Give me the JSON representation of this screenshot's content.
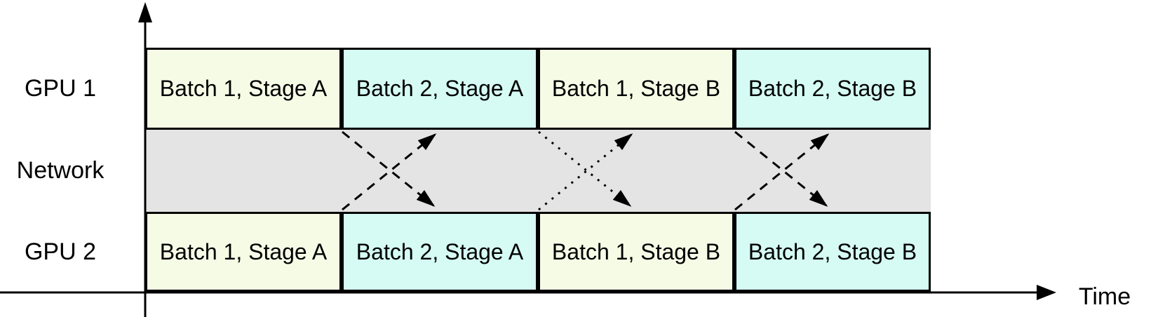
{
  "axes": {
    "x_label": "Time"
  },
  "rows": [
    {
      "id": "gpu1",
      "label": "GPU 1"
    },
    {
      "id": "network",
      "label": "Network"
    },
    {
      "id": "gpu2",
      "label": "GPU 2"
    }
  ],
  "schedule": {
    "gpu1": [
      {
        "label": "Batch 1, Stage A",
        "fill": "#f6fbe6"
      },
      {
        "label": "Batch 2, Stage A",
        "fill": "#d5fbf4"
      },
      {
        "label": "Batch 1, Stage B",
        "fill": "#f6fbe6"
      },
      {
        "label": "Batch 2, Stage B",
        "fill": "#d5fbf4"
      }
    ],
    "gpu2": [
      {
        "label": "Batch 1, Stage A",
        "fill": "#f6fbe6"
      },
      {
        "label": "Batch 2, Stage A",
        "fill": "#d5fbf4"
      },
      {
        "label": "Batch 1, Stage B",
        "fill": "#f6fbe6"
      },
      {
        "label": "Batch 2, Stage B",
        "fill": "#d5fbf4"
      }
    ]
  },
  "network": {
    "fill": "#e4e4e4",
    "transfers": [
      {
        "at_boundary": "Stage A batch 1 -> batch 2",
        "style": "dashed"
      },
      {
        "at_boundary": "Stage A -> Stage B",
        "style": "dotted"
      },
      {
        "at_boundary": "Stage B batch 1 -> batch 2",
        "style": "dashed"
      }
    ]
  },
  "colors": {
    "batch1": "#f6fbe6",
    "batch2": "#d5fbf4",
    "network_band": "#e4e4e4",
    "stroke": "#000000",
    "background": "#ffffff"
  }
}
